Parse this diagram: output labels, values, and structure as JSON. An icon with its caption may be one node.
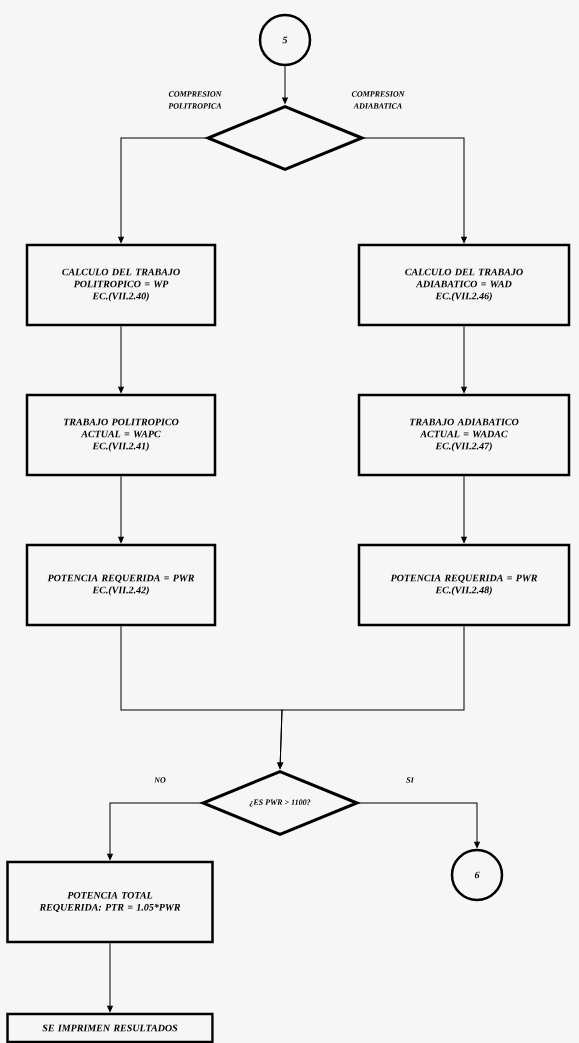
{
  "diagram": {
    "nodes": [
      {
        "text": [
          "5"
        ]
      },
      {
        "text": [],
        "shape": "diamond"
      },
      {
        "text": [
          "CALCULO DEL TRABAJO POLITROPICO = WP",
          "EC.(VII.2.40)"
        ]
      },
      {
        "text": [
          "TRABAJO POLITROPICO ACTUAL = WAPC",
          "EC.(VII.2.41)"
        ]
      },
      {
        "text": [
          "POTENCIA REQUERIDA = PWR",
          "EC.(VII.2.42)"
        ]
      },
      {
        "text": [
          "CALCULO DEL TRABAJO ADIABATICO = WAD",
          "EC.(VII.2.46)"
        ]
      },
      {
        "text": [
          "TRABAJO ADIABATICO ACTUAL = WADAC",
          "EC.(VII.2.47)"
        ]
      },
      {
        "text": [
          "POTENCIA REQUERIDA = PWR",
          "EC.(VII.2.48)"
        ]
      },
      {
        "text": [
          "¿ES PWR > 1100?"
        ]
      },
      {
        "text": [
          "6"
        ]
      },
      {
        "text": [
          "POTENCIA TOTAL REQUERIDA: PTR = 1.05*PWR"
        ]
      },
      {
        "text": [
          "SE IMPRIMEN RESULTADOS"
        ]
      }
    ],
    "edges": [
      {
        "from": 0,
        "to": 1,
        "arrow": "to"
      },
      {
        "from": 1,
        "to": 2,
        "arrow": "to",
        "label": "COMPRESION POLITROPICA"
      },
      {
        "from": 1,
        "to": 5,
        "arrow": "to",
        "label": "COMPRESION ADIABATICA"
      },
      {
        "from": 2,
        "to": 3,
        "arrow": "to"
      },
      {
        "from": 3,
        "to": 4,
        "arrow": "to"
      },
      {
        "from": 5,
        "to": 6,
        "arrow": "to"
      },
      {
        "from": 6,
        "to": 7,
        "arrow": "to"
      },
      {
        "from": 4,
        "to": 8,
        "arrow": "to"
      },
      {
        "from": 7,
        "to": 8,
        "arrow": "to"
      },
      {
        "from": 8,
        "to": 10,
        "arrow": "to",
        "label": "NO"
      },
      {
        "from": 8,
        "to": 9,
        "arrow": "to",
        "label": "SI"
      },
      {
        "from": 10,
        "to": 11,
        "arrow": "to"
      }
    ]
  }
}
